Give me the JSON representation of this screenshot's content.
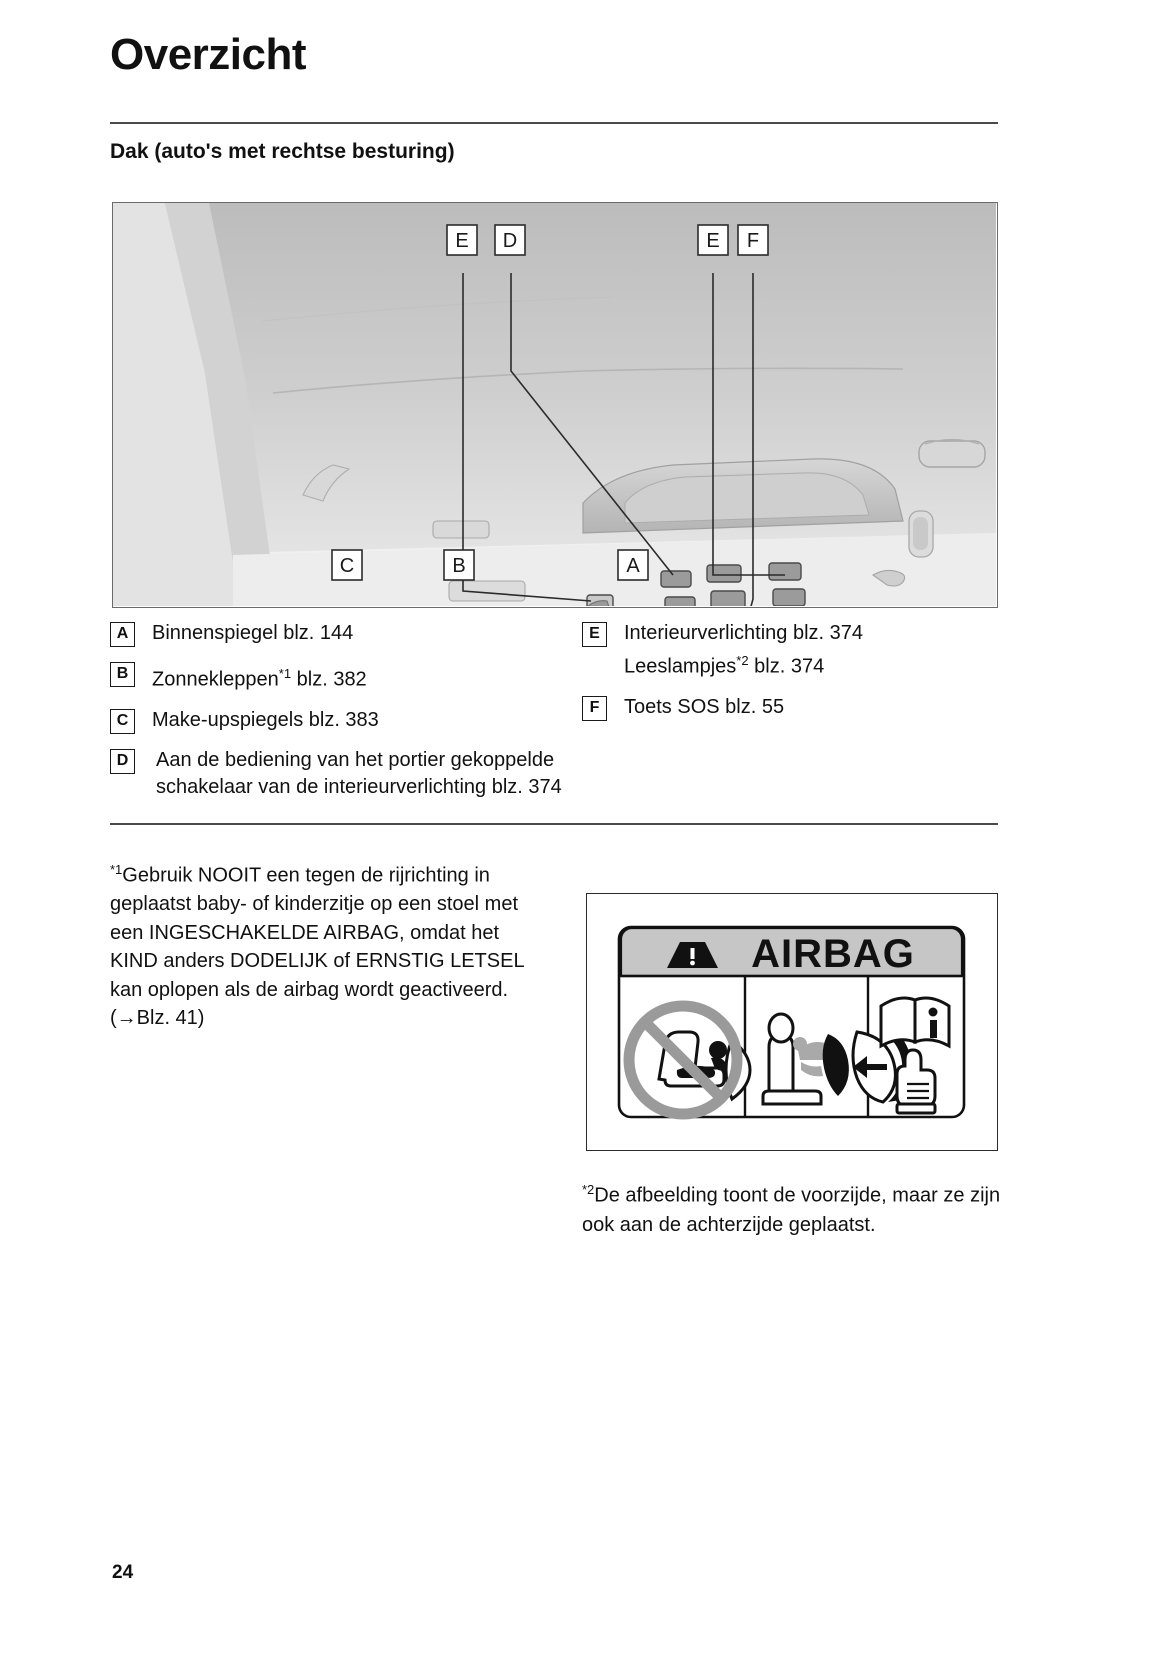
{
  "header": {
    "title": "Overzicht",
    "section_title": "Dak (auto's met rechtse besturing)"
  },
  "figure": {
    "name": "roof-overhead-console-illustration",
    "callouts": [
      {
        "label": "E",
        "position": "top-left"
      },
      {
        "label": "D",
        "position": "top-left"
      },
      {
        "label": "E",
        "position": "top-right"
      },
      {
        "label": "F",
        "position": "top-right"
      },
      {
        "label": "C",
        "position": "bottom"
      },
      {
        "label": "B",
        "position": "bottom"
      },
      {
        "label": "A",
        "position": "bottom"
      }
    ]
  },
  "legend": {
    "left": [
      {
        "key": "A",
        "text": "Binnenspiegel blz. 144"
      },
      {
        "key": "B",
        "text": "Zonnekleppen",
        "sup": "*1",
        "text_after": " blz. 382"
      },
      {
        "key": "C",
        "text": "Make-upspiegels blz. 383"
      },
      {
        "key": "D",
        "text": "Aan de bediening van het portier gekoppelde schakelaar van de interieurverlichting blz. 374"
      }
    ],
    "right": [
      {
        "key": "E",
        "text": "Interieurverlichting blz. 374",
        "line2": "Leeslampjes",
        "line2_sup": "*2",
        "line2_after": " blz. 374"
      },
      {
        "key": "F",
        "text": "Toets SOS blz. 55"
      }
    ]
  },
  "footnotes": {
    "one_sup": "*1",
    "one_text": "Gebruik NOOIT een tegen de rijrichting in geplaatst baby- of kinderzitje op een stoel met een INGESCHAKELDE AIRBAG, omdat het KIND anders DODELIJK of ERNSTIG LETSEL kan oplopen als de airbag wordt geactiveerd. (→Blz. 41)",
    "two_sup": "*2",
    "two_text": "De afbeelding toont de voorzijde, maar ze zijn ook aan de achterzijde geplaatst."
  },
  "airbag_label": {
    "title": "AIRBAG",
    "warning_icon": "warning-triangle-icon",
    "panels": [
      {
        "name": "no-rear-facing-child-seat-icon"
      },
      {
        "name": "airbag-deployment-icon"
      },
      {
        "name": "read-manual-icon"
      }
    ]
  },
  "page_number": "24",
  "colors": {
    "rule": "#4a4a4a",
    "text": "#111111",
    "label_band": "#c6c6c6",
    "figure_bg": "#e8e8e8"
  }
}
